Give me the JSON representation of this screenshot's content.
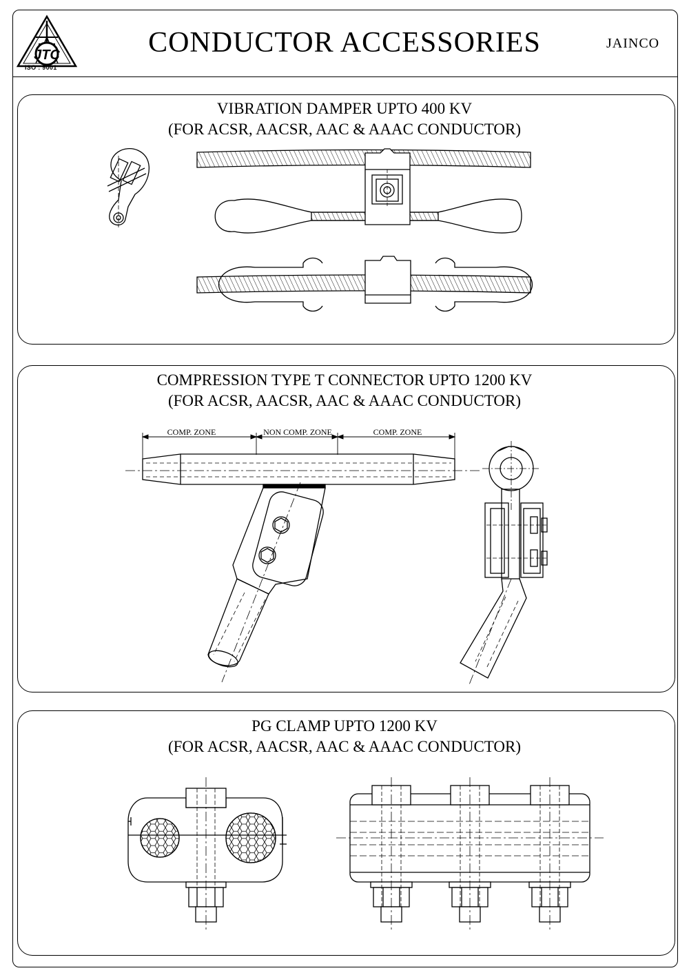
{
  "header": {
    "title": "CONDUCTOR ACCESSORIES",
    "brand": "JAINCO",
    "logo_text": "JTC",
    "certification": "ISO : 9001"
  },
  "sections": [
    {
      "title_line1": "VIBRATION DAMPER UPTO 400 KV",
      "title_line2": "(FOR ACSR, AACSR, AAC & AAAC CONDUCTOR)"
    },
    {
      "title_line1": "COMPRESSION TYPE T CONNECTOR UPTO 1200 KV",
      "title_line2": "(FOR ACSR, AACSR, AAC & AAAC CONDUCTOR)",
      "zones": [
        "COMP. ZONE",
        "NON COMP. ZONE",
        "COMP. ZONE"
      ]
    },
    {
      "title_line1": "PG CLAMP UPTO 1200 KV",
      "title_line2": "(FOR ACSR, AACSR, AAC & AAAC CONDUCTOR)"
    }
  ],
  "colors": {
    "line": "#000000",
    "background": "#ffffff"
  }
}
